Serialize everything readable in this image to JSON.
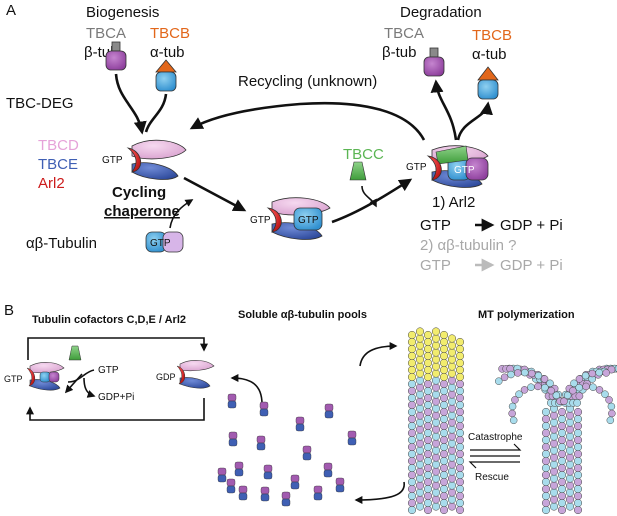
{
  "panel_a": {
    "letter": "A",
    "biogenesis": "Biogenesis",
    "degradation": "Degradation",
    "tbca": "TBCA",
    "beta_tub": "β-tub",
    "tbcb": "TBCB",
    "alpha_tub": "α-tub",
    "tbc_deg": "TBC-DEG",
    "tbcd": "TBCD",
    "tbce": "TBCE",
    "arl2": "Arl2",
    "cycling": "Cycling",
    "chaperone": "chaperone",
    "recycling": "Recycling (unknown)",
    "tbcc": "TBCC",
    "ab_tubulin": "αβ-Tubulin",
    "gtp": "GTP",
    "step1_label": "1) Arl2",
    "step1_gtp": "GTP",
    "step1_products": "GDP + Pi",
    "step2_label": "2) αβ-tubulin  ?",
    "step2_gtp": "GTP",
    "step2_products": "GDP + Pi"
  },
  "panel_b": {
    "letter": "B",
    "cofactors_title": "Tubulin cofactors C,D,E / Arl2",
    "pools_title": "Soluble αβ-tubulin pools",
    "mt_title": "MT polymerization",
    "gtp": "GTP",
    "gdp": "GDP",
    "gdp_pi": "GDP+Pi",
    "catastrophe": "Catastrophe",
    "rescue": "Rescue"
  },
  "colors": {
    "tbca": "#7a7a7a",
    "tbcb": "#e2671b",
    "tbcd": "#e8b6df",
    "tbce": "#3f5fb4",
    "arl2": "#cc1b1b",
    "tbcc": "#5bb553",
    "beta_tubulin": "#a25bb0",
    "alpha_tubulin": "#4fa8dc",
    "mt_light": "#a8dcec",
    "mt_yellow": "#f2ec6e",
    "grey_text": "#a8a8a8"
  }
}
